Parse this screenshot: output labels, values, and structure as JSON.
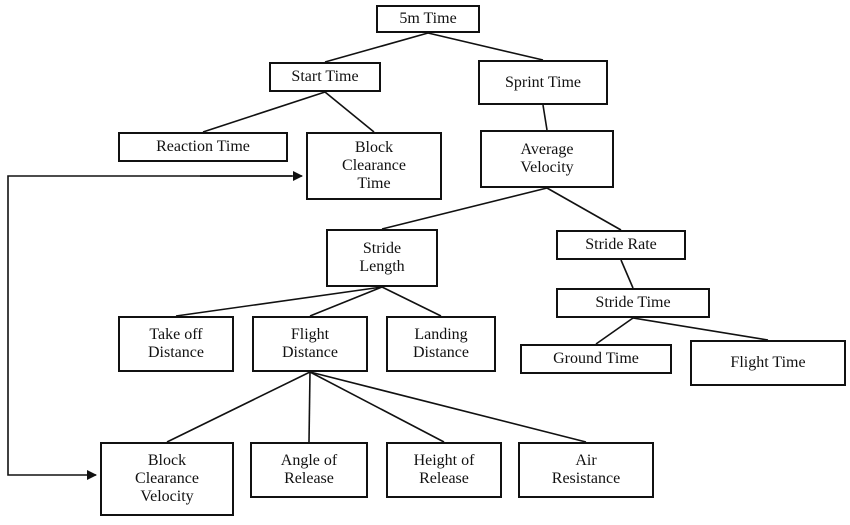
{
  "diagram": {
    "nodes": {
      "five_m_time": "5m Time",
      "start_time": "Start Time",
      "sprint_time": "Sprint Time",
      "reaction_time": "Reaction Time",
      "block_clearance_time": "Block\nClearance\nTime",
      "average_velocity": "Average\nVelocity",
      "stride_length": "Stride\nLength",
      "stride_rate": "Stride Rate",
      "stride_time": "Stride Time",
      "take_off_distance": "Take off\nDistance",
      "flight_distance": "Flight\nDistance",
      "landing_distance": "Landing\nDistance",
      "ground_time": "Ground Time",
      "flight_time": "Flight Time",
      "block_clearance_velocity": "Block\nClearance\nVelocity",
      "angle_of_release": "Angle of\nRelease",
      "height_of_release": "Height of\nRelease",
      "air_resistance": "Air\nResistance"
    },
    "edges": [
      [
        "five_m_time",
        "start_time"
      ],
      [
        "five_m_time",
        "sprint_time"
      ],
      [
        "start_time",
        "reaction_time"
      ],
      [
        "start_time",
        "block_clearance_time"
      ],
      [
        "sprint_time",
        "average_velocity"
      ],
      [
        "average_velocity",
        "stride_length"
      ],
      [
        "average_velocity",
        "stride_rate"
      ],
      [
        "stride_rate",
        "stride_time"
      ],
      [
        "stride_time",
        "ground_time"
      ],
      [
        "stride_time",
        "flight_time"
      ],
      [
        "stride_length",
        "take_off_distance"
      ],
      [
        "stride_length",
        "flight_distance"
      ],
      [
        "stride_length",
        "landing_distance"
      ],
      [
        "flight_distance",
        "block_clearance_velocity"
      ],
      [
        "flight_distance",
        "angle_of_release"
      ],
      [
        "flight_distance",
        "height_of_release"
      ],
      [
        "flight_distance",
        "air_resistance"
      ]
    ],
    "feedback_link": [
      "block_clearance_velocity",
      "block_clearance_time"
    ]
  }
}
